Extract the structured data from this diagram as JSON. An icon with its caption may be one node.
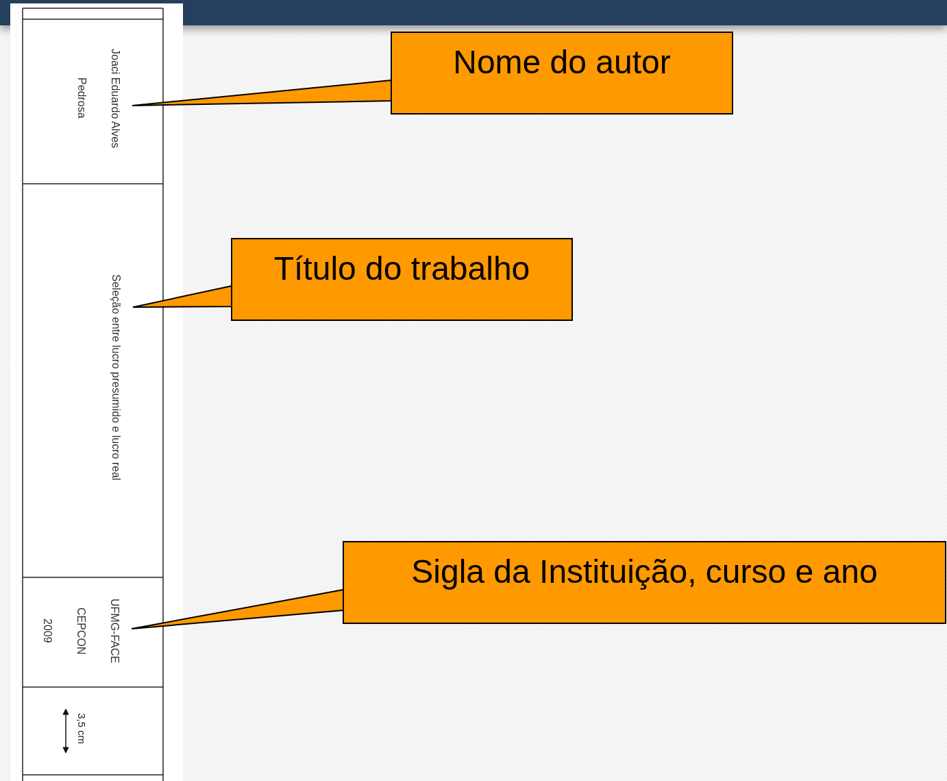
{
  "diagram": {
    "nodes": [
      {
        "text": [
          "Joaci Eduardo Alves Pedrosa"
        ]
      },
      {
        "text": [
          "Seleção entre lucro presumido e lucro real"
        ]
      },
      {
        "text": [
          "UFMG-FACE",
          "CEPCON",
          "2009"
        ]
      },
      {
        "text": [
          "Nome do autor"
        ]
      },
      {
        "text": [
          "Título do trabalho"
        ]
      },
      {
        "text": [
          "Sigla da Instituição, curso e ano"
        ]
      }
    ],
    "edges": [
      {
        "from": 3,
        "to": 0,
        "arrow": "none"
      },
      {
        "from": 4,
        "to": 1,
        "arrow": "none"
      },
      {
        "from": 5,
        "to": 2,
        "arrow": "none"
      }
    ],
    "labels": [
      "3,5 cm"
    ]
  }
}
